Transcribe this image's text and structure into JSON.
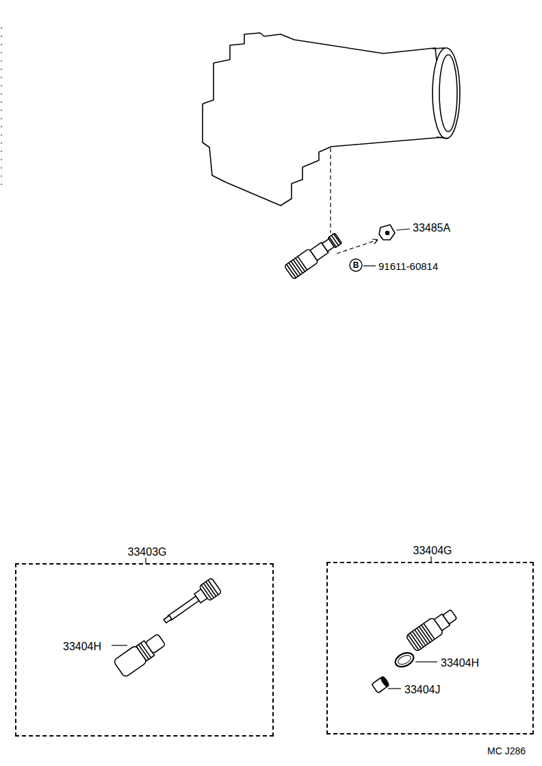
{
  "diagram": {
    "nodes": [
      {
        "text": [
          "33403G",
          "33404H"
        ]
      },
      {
        "text": [
          "33404G",
          "33404H",
          "33404J"
        ]
      }
    ],
    "edges": [],
    "labels": [
      "33485A",
      "B",
      "91611-60814",
      "MC J286"
    ]
  }
}
